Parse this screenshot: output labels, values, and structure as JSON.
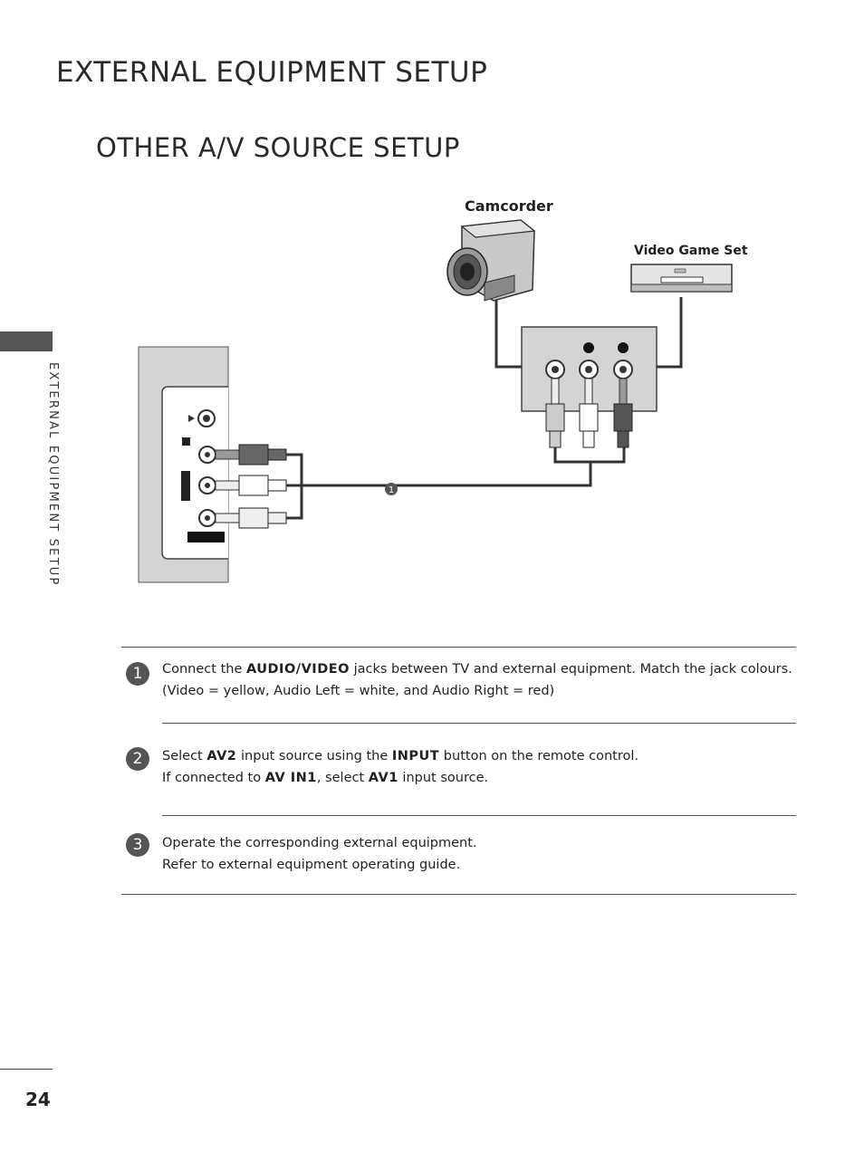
{
  "header": {
    "title": "EXTERNAL EQUIPMENT SETUP",
    "subtitle": "OTHER A/V SOURCE SETUP"
  },
  "sidebar": {
    "label": "EXTERNAL EQUIPMENT SETUP"
  },
  "diagram": {
    "camcorder_label": "Camcorder",
    "video_game_label": "Video Game Set",
    "callout": "1"
  },
  "steps": [
    {
      "number": "1",
      "line1_pre": "Connect the ",
      "line1_key": "AUDIO/VIDEO",
      "line1_post": " jacks between TV and external equipment. Match the jack colours.",
      "line2": "(Video = yellow, Audio Left = white, and Audio Right = red)"
    },
    {
      "number": "2",
      "line1_a": "Select ",
      "line1_key1": "AV2",
      "line1_b": " input source using the ",
      "line1_key2": "INPUT",
      "line1_c": " button on the remote control.",
      "line2_a": "If connected to ",
      "line2_key1": "AV IN1",
      "line2_b": ", select ",
      "line2_key2": "AV1",
      "line2_c": " input source."
    },
    {
      "number": "3",
      "line1": "Operate the corresponding external equipment.",
      "line2": "Refer to external equipment operating guide."
    }
  ],
  "footer": {
    "page_number": "24"
  }
}
